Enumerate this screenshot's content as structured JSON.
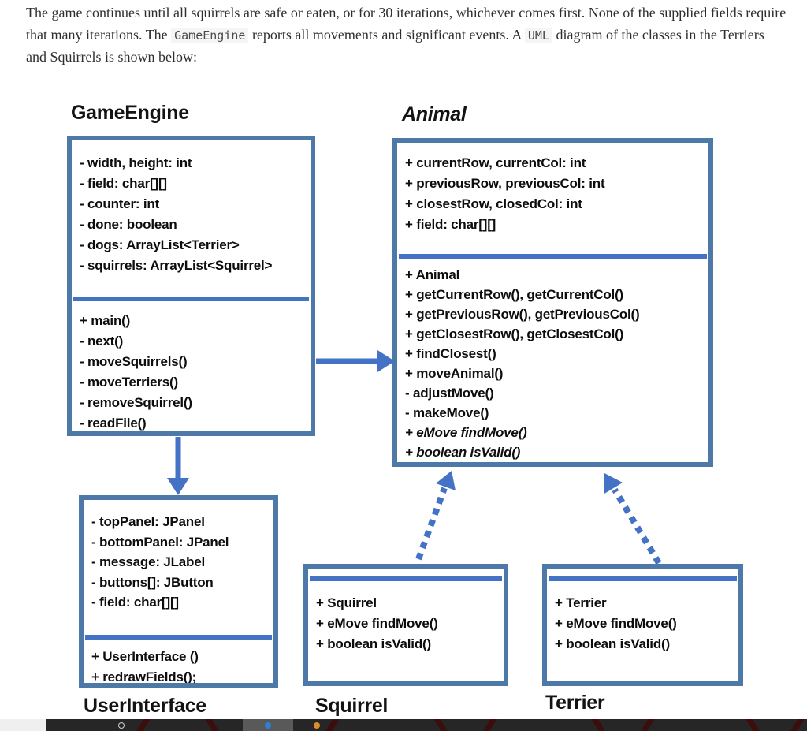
{
  "intro": {
    "segments": [
      {
        "t": "text",
        "v": "The game continues until all squirrels are safe or eaten, or for 30 iterations, whichever comes first. None of the supplied fields require that many iterations. The "
      },
      {
        "t": "code",
        "v": "GameEngine"
      },
      {
        "t": "text",
        "v": " reports all movements and significant events. A "
      },
      {
        "t": "code",
        "v": "UML"
      },
      {
        "t": "text",
        "v": " diagram of the classes in the Terriers and Squirrels is shown below:"
      }
    ]
  },
  "diagram": {
    "classes": [
      {
        "id": "game-engine",
        "name": "GameEngine",
        "title_position": "above",
        "title_style": "bold",
        "fields": [
          "- width, height: int",
          "- field: char[][]",
          "- counter: int",
          "- done: boolean",
          "- dogs: ArrayList<Terrier>",
          "- squirrels: ArrayList<Squirrel>"
        ],
        "methods": [
          "+ main()",
          "- next()",
          "- moveSquirrels()",
          "- moveTerriers()",
          "- removeSquirrel()",
          "- readFile()"
        ]
      },
      {
        "id": "animal",
        "name": "Animal",
        "title_position": "above",
        "title_style": "bold-italic",
        "fields": [
          "+ currentRow, currentCol: int",
          "+ previousRow, previousCol: int",
          "+ closestRow, closedCol: int",
          "+ field: char[][]"
        ],
        "methods": [
          "+ Animal",
          "+ getCurrentRow(), getCurrentCol()",
          "+ getPreviousRow(), getPreviousCol()",
          "+ getClosestRow(), getClosestCol()",
          "+ findClosest()",
          "+ moveAnimal()",
          "- adjustMove()",
          "- makeMove()",
          {
            "text": "+ eMove findMove()",
            "italic": true
          },
          {
            "text": "+ boolean isValid()",
            "italic": true
          }
        ]
      },
      {
        "id": "user-interface",
        "name": "UserInterface",
        "title_position": "below",
        "title_style": "bold",
        "fields": [
          "- topPanel: JPanel",
          "- bottomPanel: JPanel",
          "- message: JLabel",
          "- buttons[]: JButton",
          "- field: char[][]"
        ],
        "methods": [
          "+ UserInterface ()",
          "+ redrawFields();"
        ]
      },
      {
        "id": "squirrel",
        "name": "Squirrel",
        "title_position": "below",
        "title_style": "bold",
        "fields": [],
        "methods": [
          "+ Squirrel",
          "+ eMove findMove()",
          "+ boolean isValid()"
        ]
      },
      {
        "id": "terrier",
        "name": "Terrier",
        "title_position": "below",
        "title_style": "bold",
        "fields": [],
        "methods": [
          "+ Terrier",
          "+ eMove findMove()",
          "+ boolean isValid()"
        ]
      }
    ],
    "relations": [
      {
        "from": "GameEngine",
        "to": "Animal",
        "line": "solid",
        "head": "filled-triangle"
      },
      {
        "from": "GameEngine",
        "to": "UserInterface",
        "line": "solid",
        "head": "filled-triangle"
      },
      {
        "from": "Squirrel",
        "to": "Animal",
        "line": "dashed",
        "head": "filled-triangle"
      },
      {
        "from": "Terrier",
        "to": "Animal",
        "line": "dashed",
        "head": "filled-triangle"
      }
    ]
  },
  "colors": {
    "box_border": "#4C79A8",
    "compartment_divider": "#4472C4",
    "arrow": "#4472C4",
    "member_text": "#0D0D0D",
    "intro_text": "#2E2E2E",
    "code_background": "#F5F5F5",
    "bottom_strip_dark": "#262626",
    "bottom_strip_light": "#EFEFEF",
    "bottom_strip_red": "#3C0D0D"
  }
}
